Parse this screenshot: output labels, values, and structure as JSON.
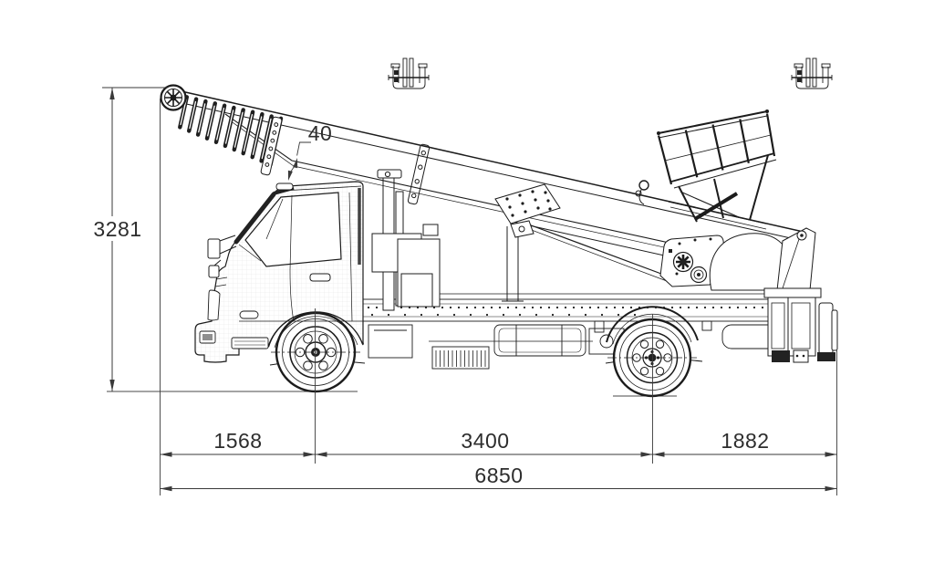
{
  "page": {
    "background": "#ffffff"
  },
  "drawing": {
    "subject": "furniture-lift ladder truck side elevation technical drawing",
    "line_color": "#1c1c1c",
    "dimension_color": "#3a3a3a",
    "dimensions": {
      "overall_height": "3281",
      "boom_to_cab_clearance": "40",
      "front_axle_offset": "1568",
      "wheelbase": "3400",
      "rear_overhang": "1882",
      "overall_length": "6850"
    }
  }
}
